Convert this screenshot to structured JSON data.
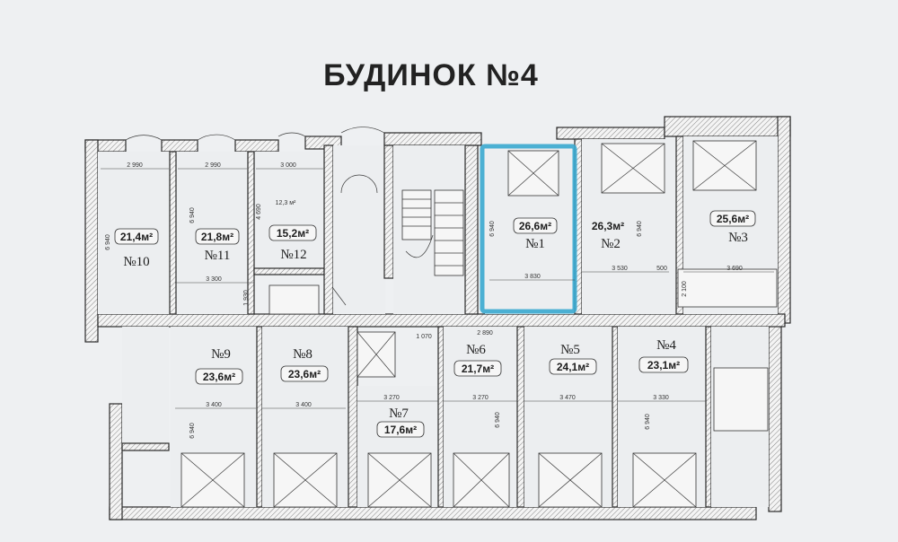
{
  "title": "БУДИНОК №4",
  "highlight_color": "#3aa9cf",
  "apartments": [
    {
      "num": "№10",
      "area": "21,4м²"
    },
    {
      "num": "№11",
      "area": "21,8м²"
    },
    {
      "num": "№12",
      "area": "15,2м²",
      "extra_area": "12,3 м²"
    },
    {
      "num": "№1",
      "area": "26,6м²",
      "highlighted": true
    },
    {
      "num": "№2",
      "area": "26,3м²"
    },
    {
      "num": "№3",
      "area": "25,6м²"
    },
    {
      "num": "№9",
      "area": "23,6м²"
    },
    {
      "num": "№8",
      "area": "23,6м²"
    },
    {
      "num": "№7",
      "area": "17,6м²"
    },
    {
      "num": "№6",
      "area": "21,7м²"
    },
    {
      "num": "№5",
      "area": "24,1м²"
    },
    {
      "num": "№4",
      "area": "23,1м²"
    }
  ],
  "dimensions": {
    "d2990a": "2 990",
    "d2990b": "2 990",
    "d3000": "3 000",
    "d3300": "3 300",
    "d1930": "1 930",
    "d6940_10": "6 940",
    "d6940_11": "6 940",
    "d4690": "4 690",
    "d6940_1": "6 940",
    "d6940_2": "6 940",
    "d3830": "3 830",
    "d3530": "3 530",
    "d500": "500",
    "d3690": "3 690",
    "d2100": "2 100",
    "d2890": "2 890",
    "d1070": "1 070",
    "d3400a": "3 400",
    "d3400b": "3 400",
    "d3270a": "3 270",
    "d3270b": "3 270",
    "d3470": "3 470",
    "d3330": "3 330",
    "d6940_9": "6 940",
    "d6940_6": "6 940",
    "d6940_4": "6 940"
  }
}
